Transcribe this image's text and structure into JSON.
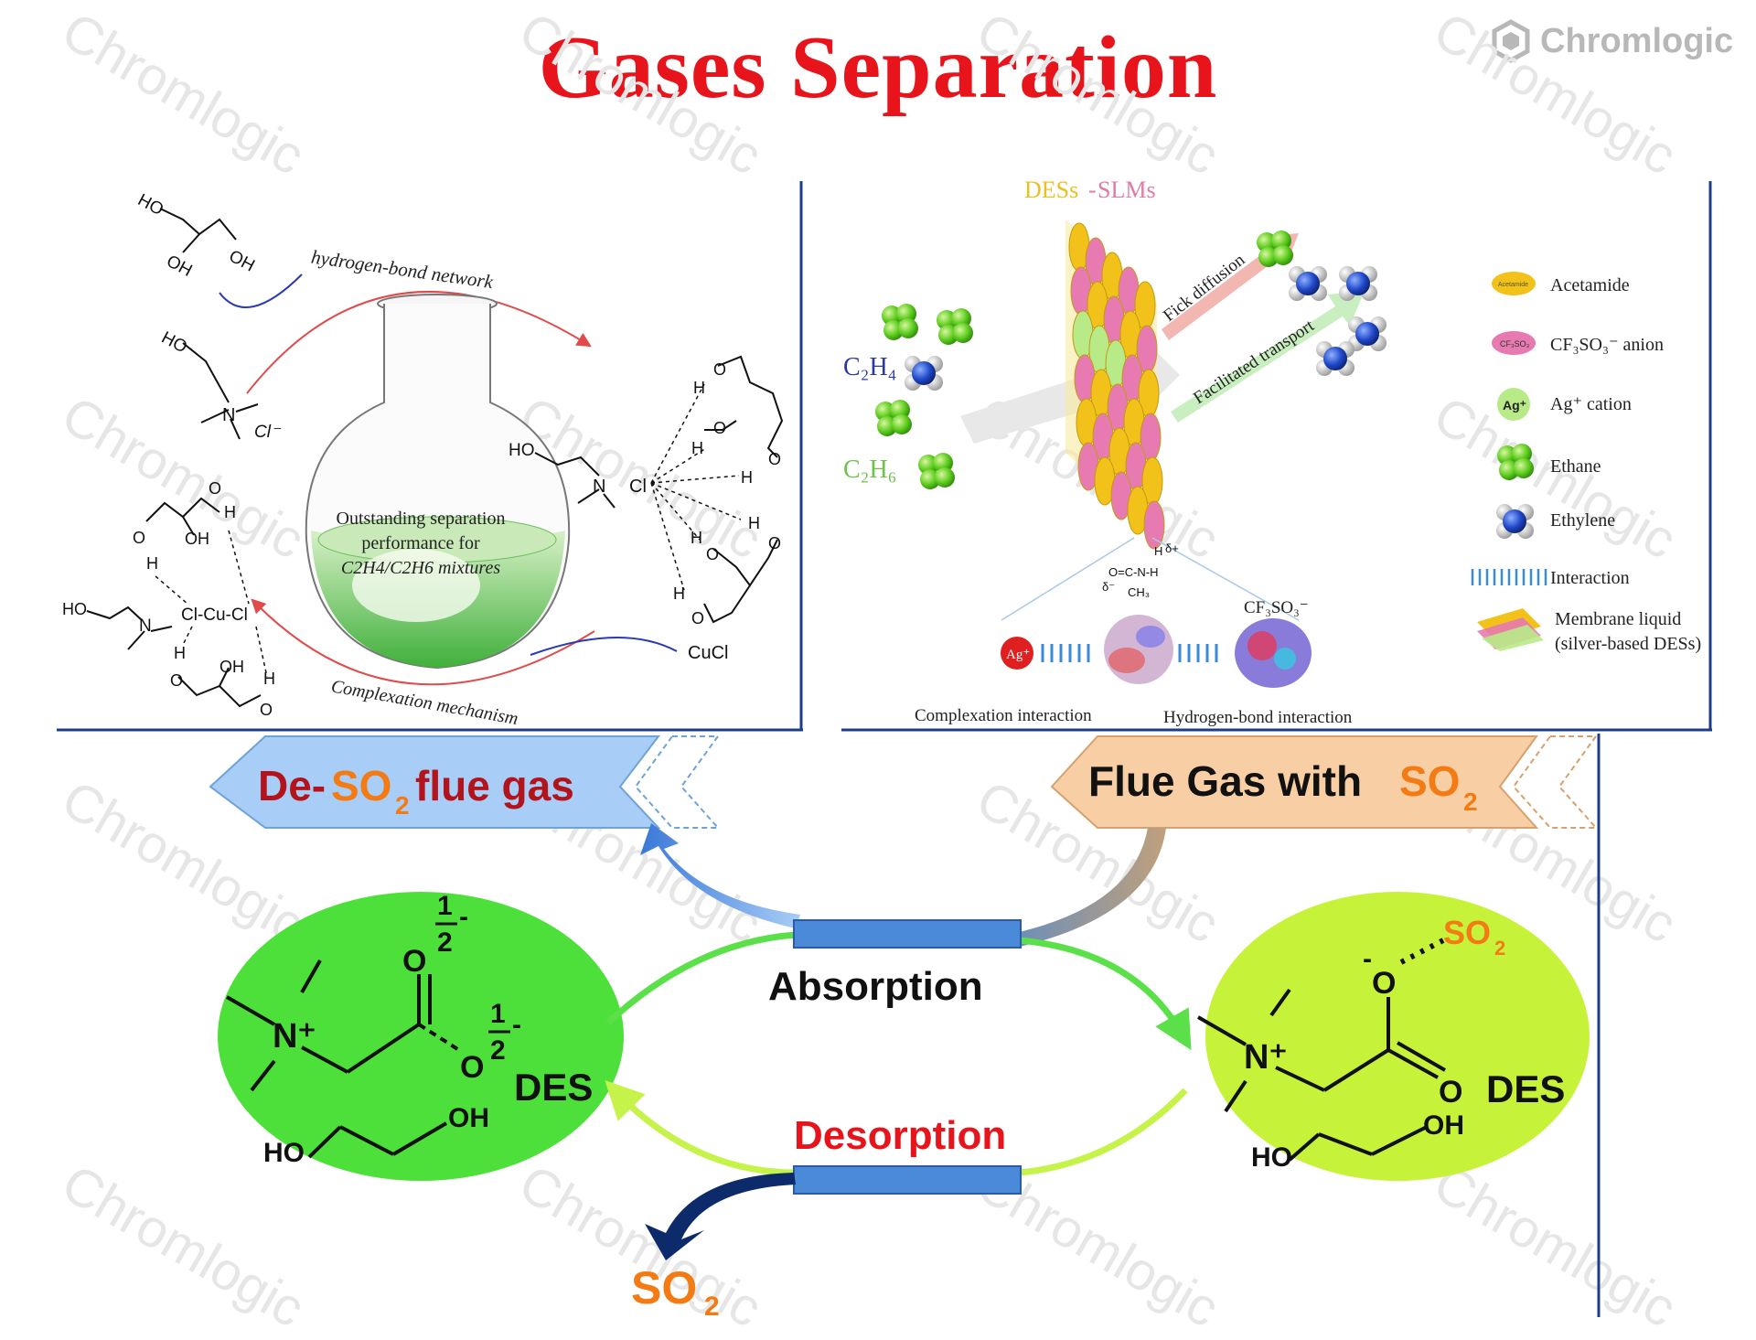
{
  "title": "Gases Separation",
  "watermark": "Chromlogic",
  "logo": {
    "text": "Chromlogic",
    "icon": "hexagon-logo-icon"
  },
  "colors": {
    "title": "#e8141b",
    "absorb_arrow": "#5be04a",
    "desorb_arrow": "#c6f34a",
    "des_left": "#4ee03a",
    "des_right": "#c6f33a",
    "orange": "#f47a14",
    "dark_red": "#b3141b"
  },
  "panel1": {
    "flask_text": [
      "Outstanding separation",
      "performance for"
    ],
    "flask_mixture": "C2H4/C2H6 mixtures",
    "hbond_label": "hydrogen-bond network",
    "complex_label": "Complexation mechanism",
    "cucl": "CuCl",
    "ho": "HO",
    "oh": "OH",
    "cl_minus": "Cl⁻",
    "cl": "Cl",
    "n_plus": "N",
    "cucl_complex": "Cl-Cu-Cl",
    "h": "H",
    "o": "O"
  },
  "panel2": {
    "header_part1": "DESs",
    "header_sep": "-",
    "header_part2": "SLMs",
    "fick": "Fick diffusion",
    "facilitated": "Facilitated transport",
    "c2h4": "C₂H₄",
    "c2h6": "C₂H₆",
    "complexation": "Complexation  interaction",
    "hbond": "Hydrogen-bond  interaction",
    "cf3so3": "CF₃SO₃⁻",
    "ag": "Ag⁺",
    "legend": [
      {
        "label": "Acetamide",
        "badge": "Acetamide"
      },
      {
        "label": "CF₃SO₃⁻  anion",
        "badge": "CF₃SO₃"
      },
      {
        "label": "Ag⁺  cation",
        "badge": "Ag⁺"
      },
      {
        "label": "Ethane"
      },
      {
        "label": "Ethylene"
      },
      {
        "label": "Interaction"
      },
      {
        "label": "Membrane liquid"
      },
      {
        "label": "(silver-based DESs)"
      }
    ]
  },
  "panel3": {
    "de_so2_prefix": "De-",
    "de_so2_mid": "SO",
    "de_so2_sub": "2",
    "de_so2_suffix": " flue gas",
    "flue_prefix": "Flue Gas with ",
    "flue_so2": "SO",
    "flue_sub": "2",
    "absorption": "Absorption",
    "desorption": "Desorption",
    "des": "DES",
    "so2_bottom": "SO",
    "so2_bottom_sub": "2",
    "so2_right": "SO",
    "so2_right_sub": "2",
    "n_plus": "N⁺",
    "o": "O",
    "ho": "HO",
    "oh": "OH",
    "half_num": "1",
    "half_den": "2",
    "minus": "-"
  }
}
